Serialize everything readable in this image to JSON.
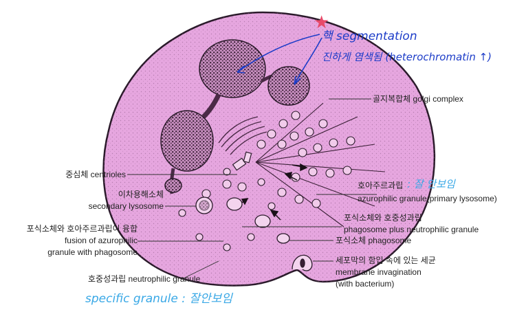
{
  "labels": {
    "golgi": "골지복합체 golgi complex",
    "centrioles": "중심체 centrioles",
    "secondary_lysosome_ko": "이차용해소체",
    "secondary_lysosome_en": "secondary lysosome",
    "azurophilic_ko": "호아주르과립",
    "azurophilic_en": "azurophilic granule(primary lysosome)",
    "fusion_ko": "포식소체와 호아주르과립이 융합",
    "fusion_en1": "fusion of azurophilic",
    "fusion_en2": "granule with phagosome",
    "phago_plus_ko": "포식소체와 호중성과립",
    "phago_plus_en": "phagosome plus neutrophilic granule",
    "phagosome": "포식소체 phagosome",
    "membrane_ko": "세포막의 함입 속에 있는 세균",
    "membrane_en1": "membrane invagination",
    "membrane_en2": "(with bacterium)",
    "neutrophilic": "호중성과립 neutrophilic granule"
  },
  "annotations": {
    "star": "★",
    "nucleus_line1": "핵 segmentation",
    "nucleus_line2": "진하게 염색됨 (heterochromatin ↑)",
    "azurophilic_note": ": 잘 안보임",
    "specific_note": "specific granule : 잘안보임"
  },
  "colors": {
    "cytoplasm": "#e6a6df",
    "cell_outline": "#2a1a2a",
    "nucleus": "#5a3a55",
    "pen_blue": "#1c3cc8",
    "pen_cyan": "#39a8e6",
    "star": "#e84a6a"
  }
}
